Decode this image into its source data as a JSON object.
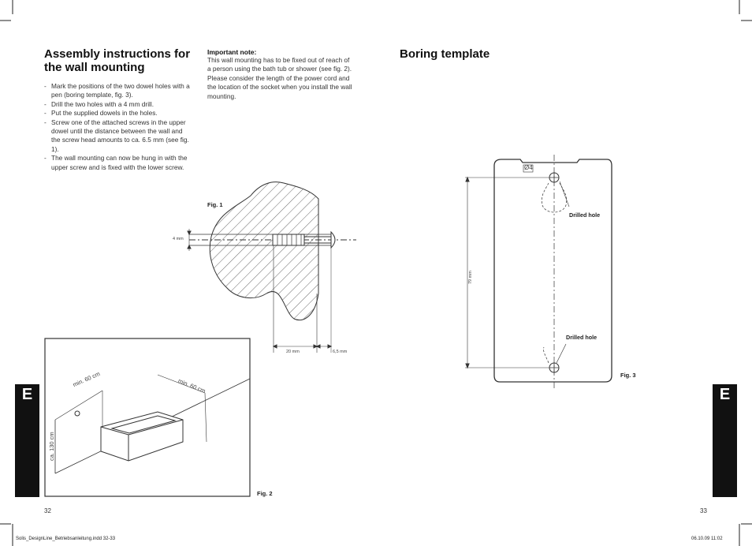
{
  "left_page": {
    "title": "Assembly instructions for the wall mounting",
    "steps": [
      "Mark the positions of the two dowel holes with a pen (boring template, fig. 3).",
      "Drill the two holes with a 4 mm drill.",
      "Put the supplied dowels in the holes.",
      "Screw one of the attached screws in the upper dowel until the distance between the wall and the screw head amounts to ca. 6.5 mm (see fig. 1).",
      "The wall mounting can now be hung in with the upper screw and is fixed with the lower screw."
    ],
    "note": {
      "title": "Important note:",
      "text": "This wall mounting has to be fixed out of reach of a person using the bath tub or shower (see fig. 2).\nPlease consider the length of the power cord and the location of the socket when you install the wall mounting."
    },
    "fig1": {
      "label": "Fig. 1",
      "dim_4mm": "4 mm",
      "dim_20mm": "20 mm",
      "dim_65mm": "6,5 mm"
    },
    "fig2": {
      "label": "Fig. 2",
      "min_left": "min. 60 cm",
      "min_right": "min. 60 cm",
      "height": "ca. 130 cm"
    },
    "page_number": "32",
    "tab": "E"
  },
  "right_page": {
    "title": "Boring template",
    "fig3": {
      "label": "Fig. 3",
      "drilled_top": "Drilled hole",
      "drilled_bottom": "Drilled hole",
      "dim_79mm": "79 mm",
      "mark": "Ø4"
    },
    "page_number": "33",
    "tab": "E"
  },
  "footer": {
    "file": "Solis_DesignLine_Betriebsanleitung.indd   32-33",
    "date": "06.10.09   11:02"
  }
}
